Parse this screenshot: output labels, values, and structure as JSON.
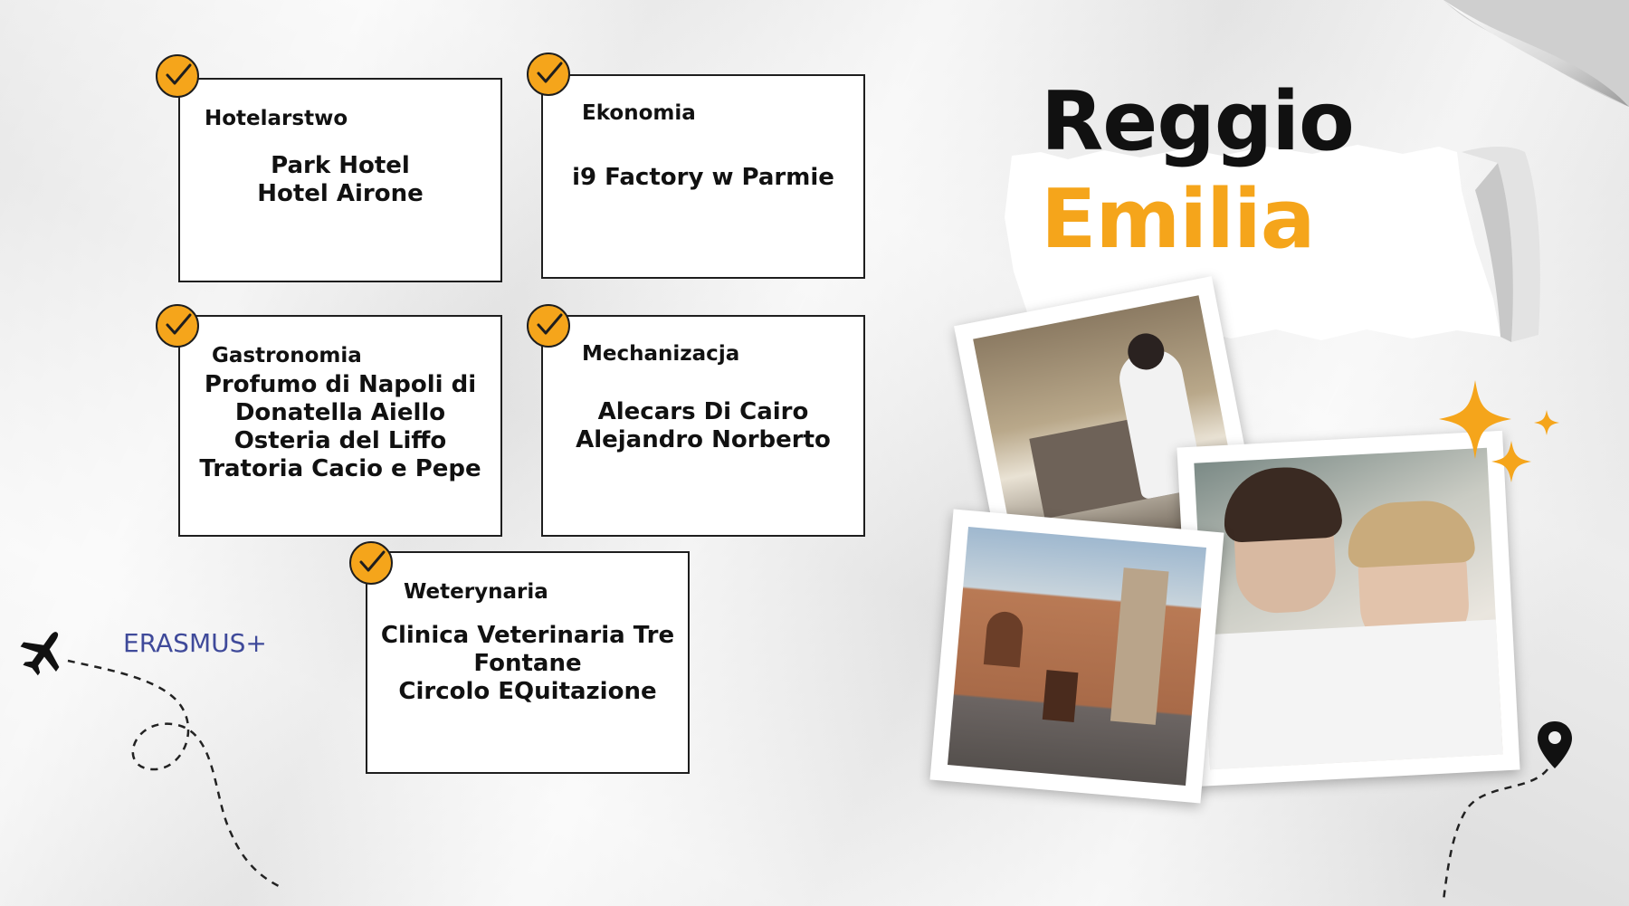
{
  "cards": [
    {
      "title": "Hotelarstwo",
      "lines": [
        "Park Hotel",
        "Hotel Airone"
      ]
    },
    {
      "title": "Ekonomia",
      "lines": [
        "i9 Factory w Parmie"
      ]
    },
    {
      "title": "Gastronomia",
      "lines": [
        "Profumo di Napoli di",
        "Donatella Aiello",
        "Osteria del Liffo",
        "Tratoria Cacio e Pepe"
      ]
    },
    {
      "title": "Mechanizacja",
      "lines": [
        "Alecars Di Cairo",
        "Alejandro Norberto"
      ]
    },
    {
      "title": "Weterynaria",
      "lines": [
        "Clinica Veterinaria Tre",
        "Fontane",
        "Circolo EQuitazione"
      ]
    }
  ],
  "title": {
    "line1": "Reggio",
    "line2": "Emilia"
  },
  "erasmus": "ERASMUS+",
  "colors": {
    "accent": "#f5a51b",
    "ink": "#1e1e1e",
    "erasmus": "#3f4a9a"
  },
  "icons": [
    "check-circle-icon",
    "airplane-icon",
    "location-pin-icon",
    "sparkle-icon"
  ]
}
